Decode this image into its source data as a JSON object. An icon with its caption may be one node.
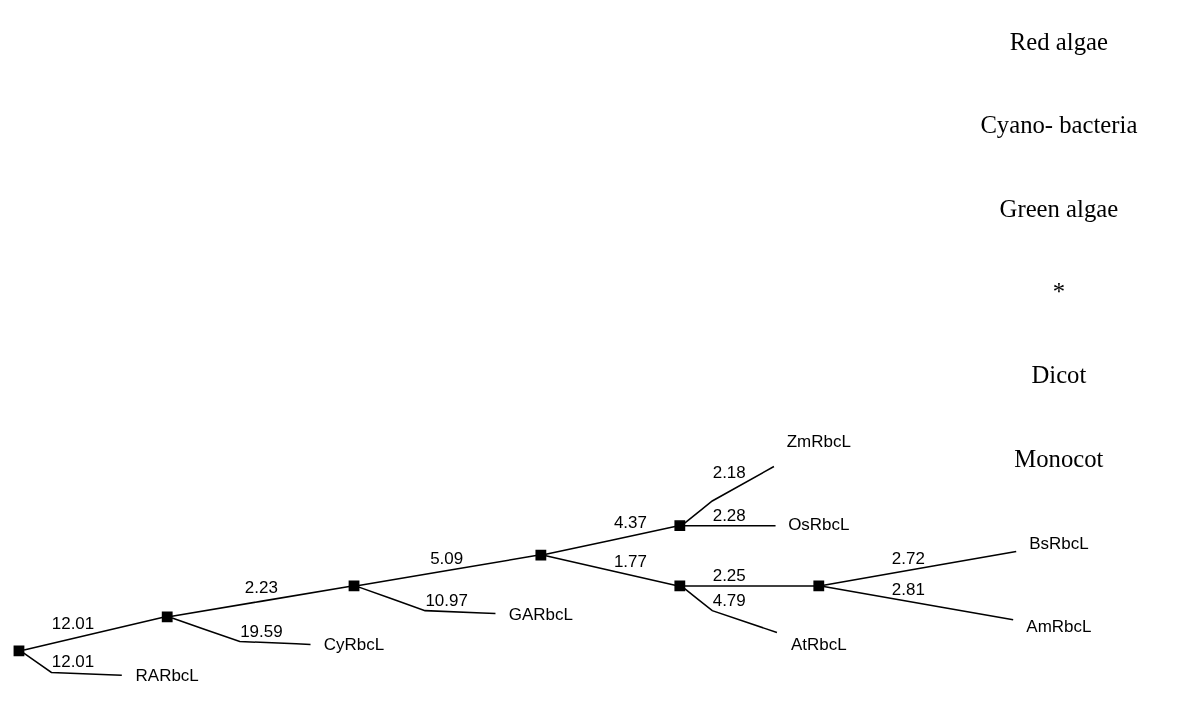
{
  "diagram": {
    "nodes": [
      {
        "text": [],
        "shape": "box"
      },
      {
        "text": [],
        "shape": "box"
      },
      {
        "text": [],
        "shape": "box"
      },
      {
        "text": [],
        "shape": "box"
      },
      {
        "text": [],
        "shape": "box"
      },
      {
        "text": [
          "ZmRbcL"
        ]
      },
      {
        "text": [
          "OsRbcL"
        ]
      },
      {
        "text": [],
        "shape": "box"
      },
      {
        "text": [],
        "shape": "box"
      },
      {
        "text": [
          "BsRbcL"
        ]
      },
      {
        "text": [
          "AmRbcL"
        ]
      },
      {
        "text": [
          "AtRbcL"
        ]
      },
      {
        "text": [
          "GARbcL"
        ]
      },
      {
        "text": [
          "CyRbcL"
        ]
      },
      {
        "text": [
          "RARbcL"
        ]
      }
    ],
    "edges": [
      {
        "from": 0,
        "to": 1,
        "arrow": "none",
        "label": "12.01"
      },
      {
        "from": 0,
        "to": 14,
        "arrow": "none",
        "label": "12.01"
      },
      {
        "from": 1,
        "to": 2,
        "arrow": "none",
        "label": "2.23"
      },
      {
        "from": 1,
        "to": 13,
        "arrow": "none",
        "label": "19.59"
      },
      {
        "from": 2,
        "to": 3,
        "arrow": "none",
        "label": "5.09"
      },
      {
        "from": 2,
        "to": 12,
        "arrow": "none",
        "label": "10.97"
      },
      {
        "from": 3,
        "to": 4,
        "arrow": "none",
        "label": "4.37"
      },
      {
        "from": 3,
        "to": 7,
        "arrow": "none",
        "label": "1.77"
      },
      {
        "from": 4,
        "to": 5,
        "arrow": "none",
        "label": "2.18"
      },
      {
        "from": 4,
        "to": 6,
        "arrow": "none",
        "label": "2.28"
      },
      {
        "from": 7,
        "to": 8,
        "arrow": "none",
        "label": "2.25"
      },
      {
        "from": 7,
        "to": 11,
        "arrow": "none",
        "label": "4.79"
      },
      {
        "from": 8,
        "to": 9,
        "arrow": "none",
        "label": "2.72"
      },
      {
        "from": 8,
        "to": 10,
        "arrow": "none",
        "label": "2.81"
      }
    ],
    "labels": [
      "Monocot",
      "Dicot",
      "*",
      "Green algae",
      "Cyano- bacteria",
      "Red algae"
    ]
  }
}
